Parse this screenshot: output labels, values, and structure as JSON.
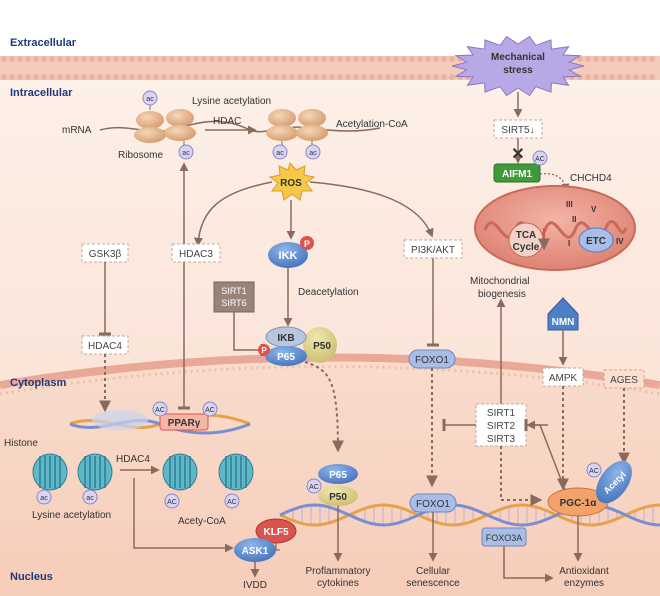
{
  "regions": {
    "extracellular": "Extracellular",
    "intracellular": "Intracellular",
    "cytoplasm": "Cytoplasm",
    "nucleus": "Nucleus"
  },
  "labels": {
    "lysine_acetylation_top": "Lysine acetylation",
    "mrna": "mRNA",
    "ribosome": "Ribosome",
    "hdac_top": "HDAC",
    "acetylation_coa": "Acetylation-CoA",
    "ros": "ROS",
    "gsk3b": "GSK3β",
    "hdac3": "HDAC3",
    "ikk": "IKK",
    "p": "P",
    "pi3k_akt": "PI3K/AKT",
    "sirt1": "SIRT1",
    "sirt6": "SIRT6",
    "deacetylation": "Deacetylation",
    "hdac4_mid": "HDAC4",
    "ikb": "IKB",
    "p65": "P65",
    "p50": "P50",
    "foxo1": "FOXO1",
    "mechanical_stress_1": "Mechanical",
    "mechanical_stress_2": "stress",
    "sirt5": "SIRT5↓",
    "aifm1": "AIFM1",
    "ac": "ac",
    "AC": "AC",
    "chchd4": "CHCHD4",
    "tca_1": "TCA",
    "tca_2": "Cycle",
    "etc": "ETC",
    "roman_1": "I",
    "roman_2": "II",
    "roman_3": "III",
    "roman_4": "IV",
    "roman_5": "V",
    "mito_bio_1": "Mitochondrial",
    "mito_bio_2": "biogenesis",
    "nmn": "NMN",
    "ampk": "AMPK",
    "ages": "AGES",
    "pparg": "PPARγ",
    "histone": "Histone",
    "hdac4_nuc": "HDAC4",
    "lysine_acetylation_bottom": "Lysine acetylation",
    "acety_coa": "Acety-CoA",
    "sirt1_n": "SIRT1",
    "sirt2_n": "SIRT2",
    "sirt3_n": "SIRT3",
    "pgc1a": "PGC-1α",
    "acetyl": "Acetyl",
    "klf5": "KLF5",
    "ask1": "ASK1",
    "foxo3a": "FOXO3A",
    "ivdd": "IVDD",
    "proinflam_1": "Proflammatory",
    "proinflam_2": "cytokines",
    "cell_sen_1": "Cellular",
    "cell_sen_2": "senescence",
    "antiox_1": "Antioxidant",
    "antiox_2": "enzymes"
  },
  "colors": {
    "membrane": "#f2c7b7",
    "cytoplasm_bg": "#fbe8de",
    "nucleus_bg": "#f8d9c9",
    "ros": "#f5c84a",
    "ikk": "#4d7fc8",
    "p_badge": "#d9534f",
    "aifm1": "#3f9a3a",
    "mito": "#e89a8a",
    "nmn": "#4d7fc8",
    "pgc1a": "#f3a36a",
    "klf5": "#d9534f",
    "ask1": "#5a86c9",
    "p65": "#6f9fd8",
    "p50": "#d7cc80",
    "stress": "#b9a8e6"
  }
}
